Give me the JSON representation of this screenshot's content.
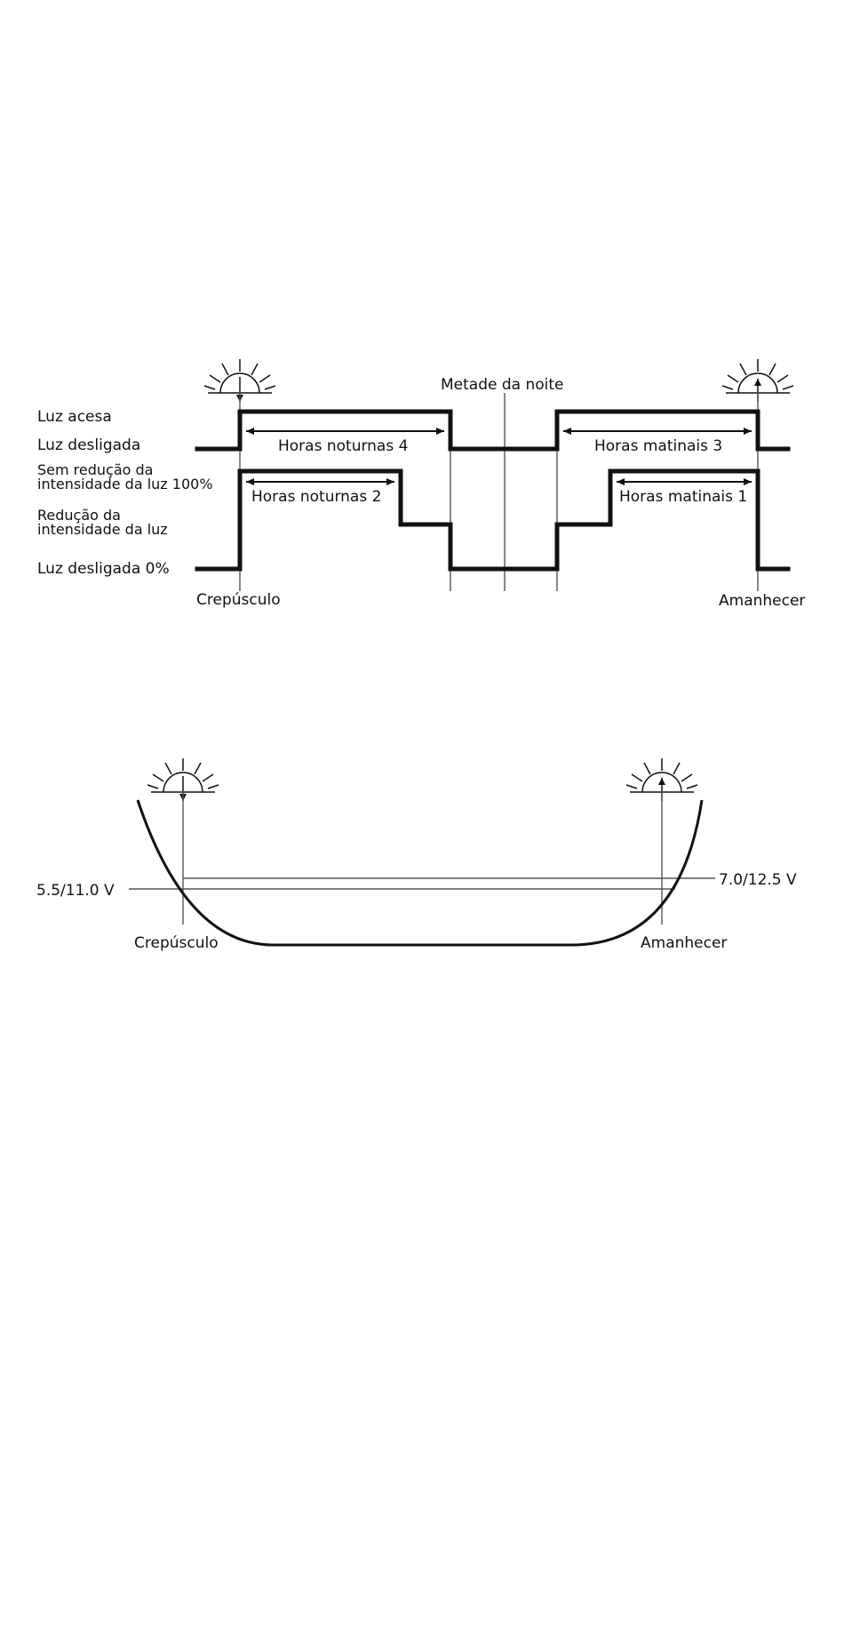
{
  "diagram1": {
    "midnight_label": "Metade da noite",
    "row_labels": {
      "lamp_on": "Luz acesa",
      "lamp_off": "Luz desligada",
      "full_line1": "Sem redução da",
      "full_line2": "intensidade da luz 100%",
      "dim_line1": "Redução da",
      "dim_line2": "intensidade da luz",
      "off0": "Luz desligada 0%"
    },
    "intervals": {
      "night4": "Horas noturnas 4",
      "morning3": "Horas matinais 3",
      "night2": "Horas noturnas 2",
      "morning1": "Horas matinais 1"
    },
    "dusk": "Crepúsculo",
    "dawn": "Amanhecer"
  },
  "diagram2": {
    "left_threshold": "5.5/11.0 V",
    "right_threshold": "7.0/12.5 V",
    "dusk": "Crepúsculo",
    "dawn": "Amanhecer"
  },
  "icons": [
    "sunset-icon",
    "sunrise-icon",
    "arrow-icon"
  ]
}
